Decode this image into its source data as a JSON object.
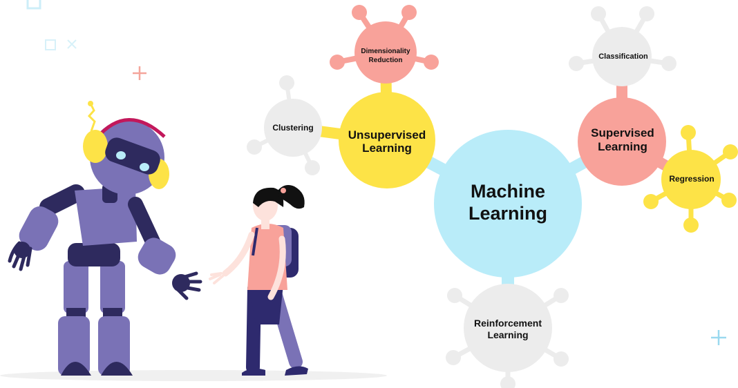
{
  "diagram": {
    "root": {
      "label_line1": "Machine",
      "label_line2": "Learning",
      "color": "#b9ecf9"
    },
    "unsupervised": {
      "label_line1": "Unsupervised",
      "label_line2": "Learning",
      "color": "#fde347"
    },
    "supervised": {
      "label_line1": "Supervised",
      "label_line2": "Learning",
      "color": "#f8a29a"
    },
    "reinforcement": {
      "label_line1": "Reinforcement",
      "label_line2": "Learning",
      "color": "#ececec"
    },
    "clustering": {
      "label": "Clustering",
      "color": "#ececec"
    },
    "dimensionality": {
      "label_line1": "Dimensionality",
      "label_line2": "Reduction",
      "color": "#f8a29a"
    },
    "classification": {
      "label": "Classification",
      "color": "#ececec"
    },
    "regression": {
      "label": "Regression",
      "color": "#fde347"
    }
  },
  "illustration": {
    "robot": {
      "icon": "robot-icon",
      "body_color": "#7a72b6",
      "dark_color": "#2e2a5e",
      "headphone_color": "#fde347",
      "band_color": "#c2185b",
      "eye_color": "#b9ecf9"
    },
    "girl": {
      "icon": "girl-icon",
      "shirt_color": "#f8a29a",
      "pants_color": "#2e2a6e",
      "bag_color": "#7a72b6",
      "hair_color": "#111111",
      "skin_color": "#fde2dc"
    }
  }
}
